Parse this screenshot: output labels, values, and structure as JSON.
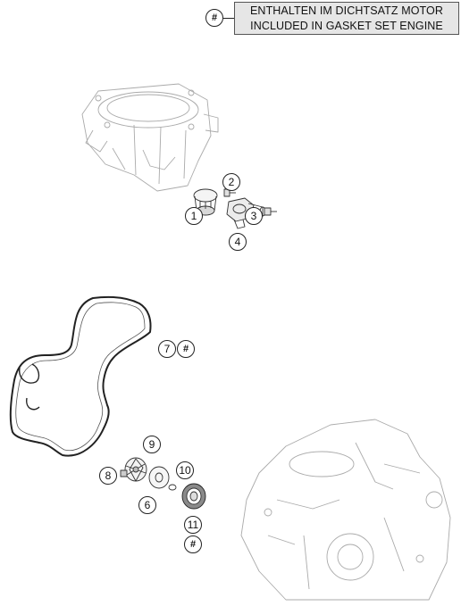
{
  "legend": {
    "symbol": "#",
    "line1": "ENTHALTEN IM DICHTSATZ MOTOR",
    "line2": "INCLUDED IN GASKET SET ENGINE"
  },
  "callouts": {
    "c1": "1",
    "c2": "2",
    "c3": "3",
    "c4": "4",
    "c6": "6",
    "c7": "7",
    "c7_hash": "#",
    "c8": "8",
    "c9": "9",
    "c10": "10",
    "c11": "11",
    "c11_hash": "#"
  }
}
